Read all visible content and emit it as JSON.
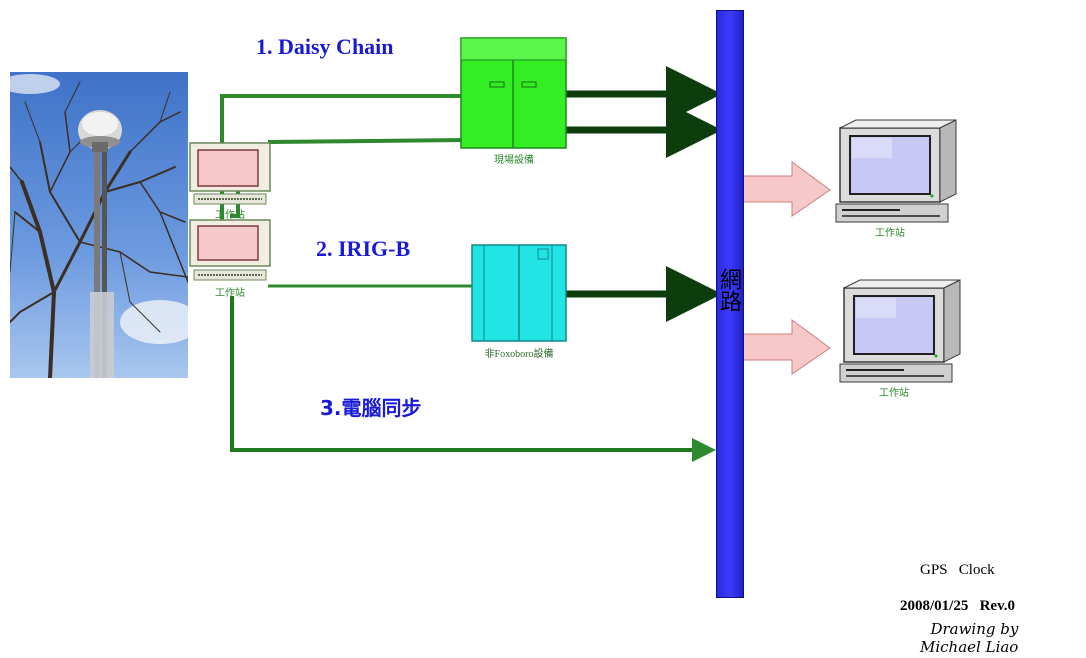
{
  "labels": {
    "daisy_chain": "1. Daisy Chain",
    "irig_b": "2. IRIG-B",
    "pc_sync": "3.電腦同步",
    "field_equipment": "現場設備",
    "non_foxboro": "非Foxoboro設備",
    "network": "網路",
    "workstation": "工作站"
  },
  "footer": {
    "title": "GPS   Clock",
    "date_rev": "2008/01/25   Rev.0",
    "sig_line1": "Drawing by",
    "sig_line2": "Michael Liao"
  },
  "colors": {
    "bus": "#2a2ae0",
    "green_line": "#2f8a2f",
    "dark_arrow": "#0d3d0d",
    "field_cabinet": "#33ee22",
    "irig_cabinet": "#22e4e4",
    "pink_arrow": "#f7c8c8"
  }
}
